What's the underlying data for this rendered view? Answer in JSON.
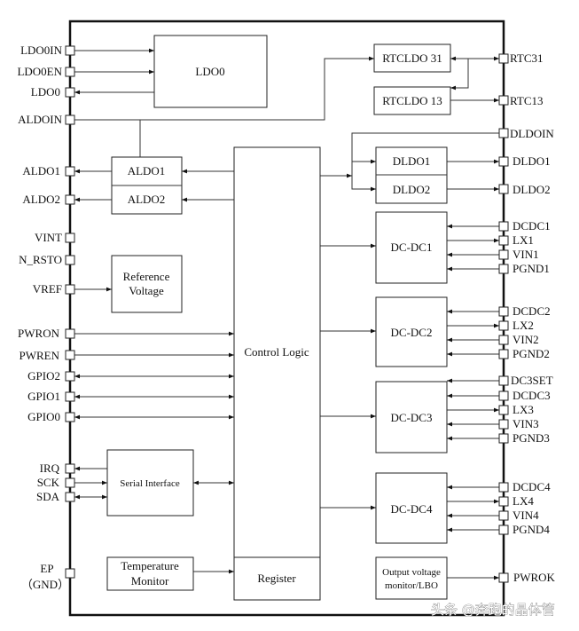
{
  "diagram": {
    "blocks": {
      "ldo0": "LDO0",
      "rtcldo31": "RTCLDO 31",
      "rtcldo13": "RTCLDO 13",
      "aldo1": "ALDO1",
      "aldo2": "ALDO2",
      "reference_voltage_line1": "Reference",
      "reference_voltage_line2": "Voltage",
      "control_logic": "Control Logic",
      "register": "Register",
      "dldo1": "DLDO1",
      "dldo2": "DLDO2",
      "dcdc1": "DC-DC1",
      "dcdc2": "DC-DC2",
      "dcdc3": "DC-DC3",
      "dcdc4": "DC-DC4",
      "serial_interface": "Serial Interface",
      "temperature_monitor_line1": "Temperature",
      "temperature_monitor_line2": "Monitor",
      "output_monitor_line1": "Output voltage",
      "output_monitor_line2": "monitor/LBO"
    },
    "left_pins": {
      "ldo0in": "LDO0IN",
      "ldo0en": "LDO0EN",
      "ldo0": "LDO0",
      "aldoin": "ALDOIN",
      "aldo1": "ALDO1",
      "aldo2": "ALDO2",
      "vint": "VINT",
      "n_rsto": "N_RSTO",
      "vref": "VREF",
      "pwron": "PWRON",
      "pwren": "PWREN",
      "gpio2": "GPIO2",
      "gpio1": "GPIO1",
      "gpio0": "GPIO0",
      "irq": "IRQ",
      "sck": "SCK",
      "sda": "SDA",
      "ep": "EP",
      "gnd": "（GND）"
    },
    "right_pins": {
      "rtc31": "RTC31",
      "rtc13": "RTC13",
      "dldoin": "DLDOIN",
      "dldo1": "DLDO1",
      "dldo2": "DLDO2",
      "dcdc1": "DCDC1",
      "lx1": "LX1",
      "vin1": "VIN1",
      "pgnd1": "PGND1",
      "dcdc2": "DCDC2",
      "lx2": "LX2",
      "vin2": "VIN2",
      "pgnd2": "PGND2",
      "dc3set": "DC3SET",
      "dcdc3": "DCDC3",
      "lx3": "LX3",
      "vin3": "VIN3",
      "pgnd3": "PGND3",
      "dcdc4": "DCDC4",
      "lx4": "LX4",
      "vin4": "VIN4",
      "pgnd4": "PGND4",
      "pwrok": "PWROK"
    },
    "watermark": "头条 @奔跑的晶体管"
  }
}
